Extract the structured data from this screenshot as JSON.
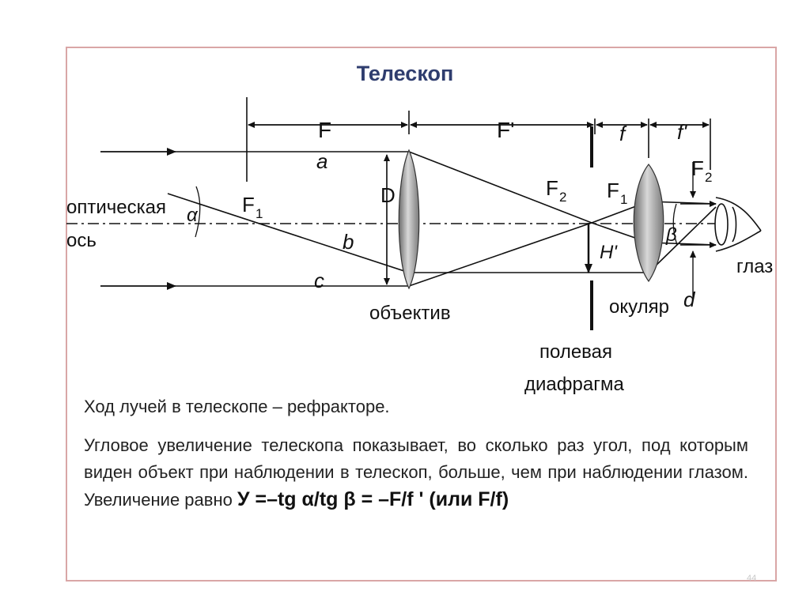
{
  "title": "Телескоп",
  "diagram": {
    "label_F": "F",
    "label_F_prime": "F'",
    "label_f": "f",
    "label_f_prime": "f'",
    "label_a": "a",
    "label_b": "b",
    "label_c": "c",
    "label_D": "D",
    "label_F1_left": "F",
    "label_F1_right": "F",
    "label_F2_mid": "F",
    "label_F2_right": "F",
    "subscript_1": "1",
    "subscript_2": "2",
    "label_optical_axis_1": "оптическая",
    "label_optical_axis_2": "ось",
    "label_alpha": "α",
    "label_beta": "β",
    "label_H_prime": "H'",
    "label_d": "d",
    "label_objective": "объектив",
    "label_eyepiece": "окуляр",
    "label_eye": "глаз",
    "label_field_stop_1": "полевая",
    "label_field_stop_2": "диафрагма"
  },
  "text": {
    "caption": "Ход лучей в телескопе – рефракторе.",
    "paragraph": "Угловое увеличение телескопа показывает, во сколько раз угол, под которым виден объект при наблюдении в телескоп, больше, чем при наблюдении глазом. Увеличение равно",
    "formula": "У =–tg α/tg β = –F/f ' (или F/f)"
  },
  "page_number": "44"
}
